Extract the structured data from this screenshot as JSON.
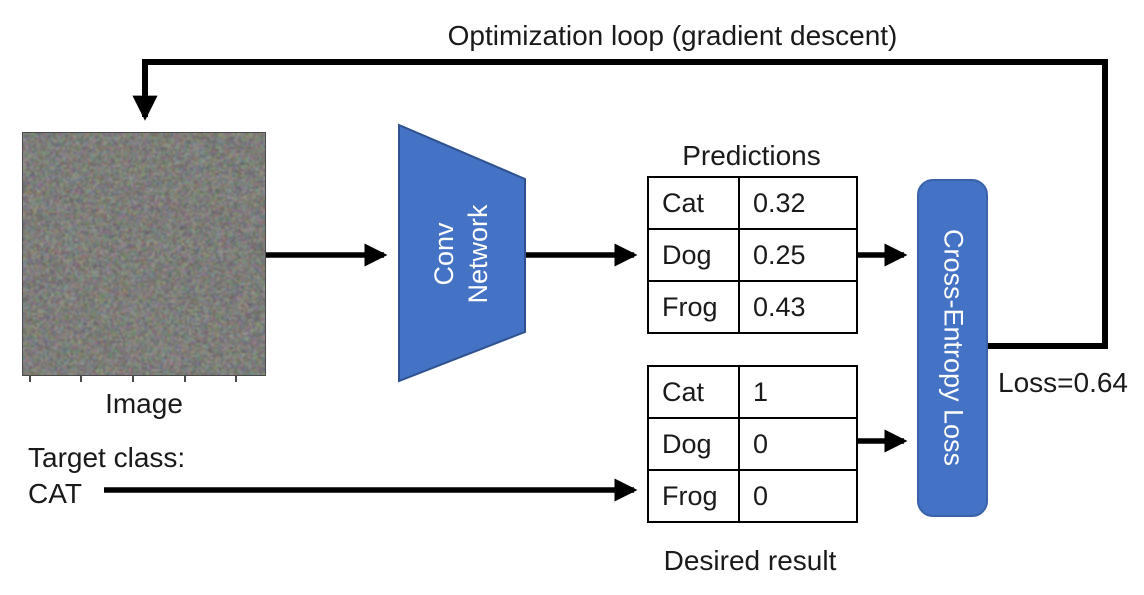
{
  "diagram": {
    "title": "Optimization loop (gradient descent)",
    "image_label": "Image",
    "target_class_label": "Target class:\nCAT",
    "conv_network_label": "Conv\nNetwork",
    "cross_entropy_label": "Cross-Entropy Loss",
    "loss_value_label": "Loss=0.64",
    "predictions": {
      "title": "Predictions",
      "rows": [
        {
          "label": "Cat",
          "value": "0.32"
        },
        {
          "label": "Dog",
          "value": "0.25"
        },
        {
          "label": "Frog",
          "value": "0.43"
        }
      ]
    },
    "desired": {
      "caption": "Desired result",
      "rows": [
        {
          "label": "Cat",
          "value": "1"
        },
        {
          "label": "Dog",
          "value": "0"
        },
        {
          "label": "Frog",
          "value": "0"
        }
      ]
    },
    "colors": {
      "shape_fill": "#4472C4",
      "shape_border": "#2F528F",
      "arrow": "#000000"
    }
  }
}
